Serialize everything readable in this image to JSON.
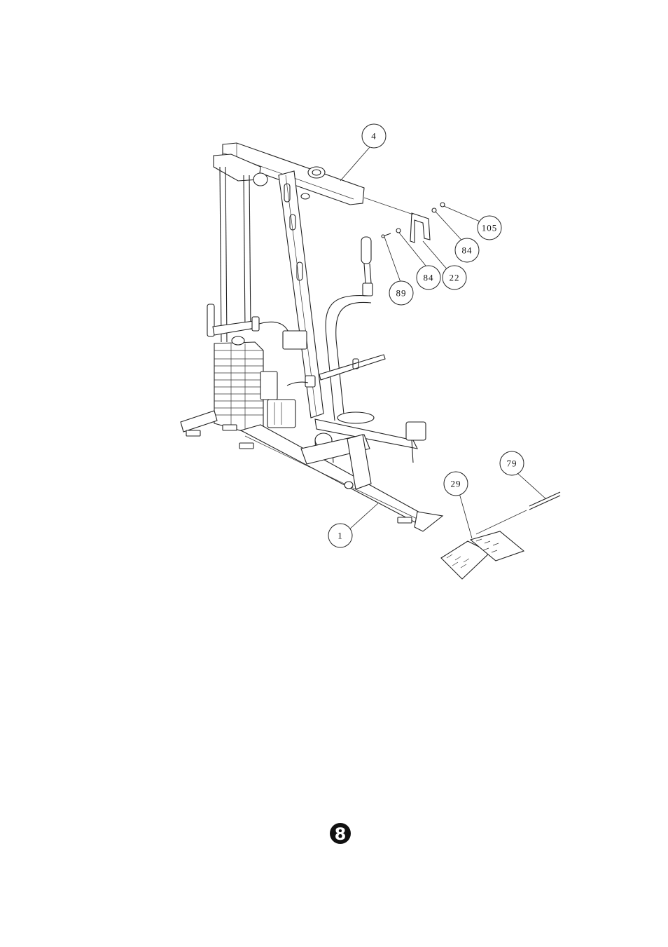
{
  "callouts": [
    {
      "id": "c4",
      "label": "4"
    },
    {
      "id": "c105",
      "label": "105"
    },
    {
      "id": "c84a",
      "label": "84"
    },
    {
      "id": "c84b",
      "label": "84"
    },
    {
      "id": "c22",
      "label": "22"
    },
    {
      "id": "c89",
      "label": "89"
    },
    {
      "id": "c79",
      "label": "79"
    },
    {
      "id": "c29",
      "label": "29"
    },
    {
      "id": "c1",
      "label": "1"
    }
  ],
  "page_number": "8"
}
